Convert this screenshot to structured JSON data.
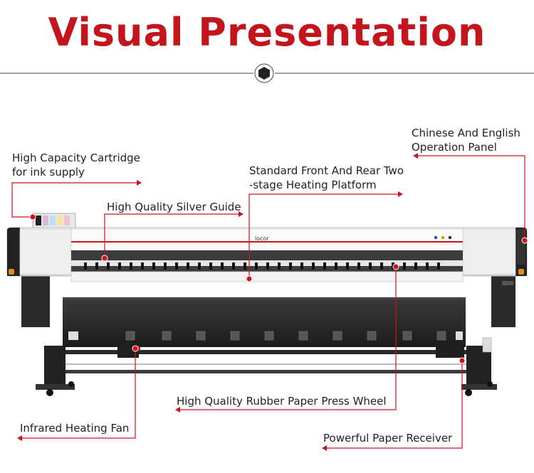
{
  "title": "Visual Presentation",
  "brand": "locor",
  "accent_color": "#c4151c",
  "labels": {
    "cartridge_line1": "High Capacity Cartridge",
    "cartridge_line2": "for ink supply",
    "guide": "High Quality Silver Guide",
    "heating_line1": "Standard Front And Rear Two",
    "heating_line2": "-stage Heating Platform",
    "panel_line1": "Chinese And English",
    "panel_line2": "Operation Panel",
    "wheel": "High Quality Rubber Paper Press Wheel",
    "fan": "Infrared Heating Fan",
    "receiver": "Powerful Paper Receiver"
  }
}
